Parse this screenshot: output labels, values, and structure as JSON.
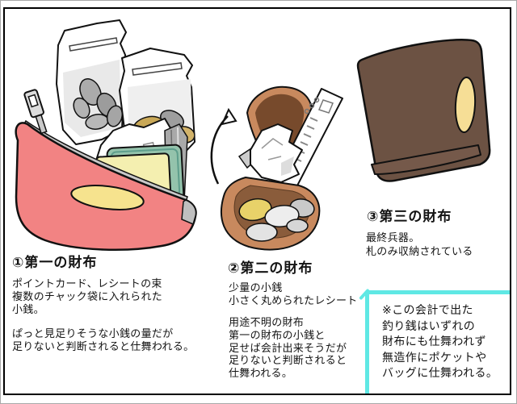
{
  "sections": {
    "first_wallet": {
      "heading": "①第一の財布",
      "description_1": "ポイントカード、レシートの束\n複数のチャック袋に入れられた\n小銭。",
      "description_2": "ぱっと見足りそうな小銭の量だが\n足りないと判断されると仕舞われる。"
    },
    "second_wallet": {
      "heading": "②第二の財布",
      "description_1": "少量の小銭\n小さく丸められたレシート",
      "description_2": "用途不明の財布\n第一の財布の小銭と\n足せば会計出来そうだが\n足りないと判断されると\n仕舞われる。"
    },
    "third_wallet": {
      "heading": "③第三の財布",
      "description_1": "最終兵器。\n札のみ収納されている"
    },
    "footnote": {
      "text": "※この会計で出た\n釣り銭はいずれの\n財布にも仕舞われず\n無造作にポケットや\nバッグに仕舞われる。"
    }
  },
  "colors": {
    "pouch_pink": "#F28383",
    "pouch_accent_yellow": "#F6E38E",
    "card_yellow": "#F4EFB0",
    "card_green": "#94C3AC",
    "coin_gold": "#C9A857",
    "coin_silver": "#C6C6C6",
    "purse_tan": "#C8895E",
    "purse_interior": "#8A5C3B",
    "wallet_brown": "#6C5243",
    "note_border_cyan": "#5FE8E4"
  },
  "icons": {
    "first_wallet_illustration": "pink-zipper-pouch-with-ziplock-coin-bags-receipts-and-cards",
    "second_wallet_illustration": "open-brown-coin-purse-with-coins-and-receipts",
    "third_wallet_illustration": "closed-brown-bifold-wallet",
    "open_arrow": "curved-open-arrow"
  }
}
